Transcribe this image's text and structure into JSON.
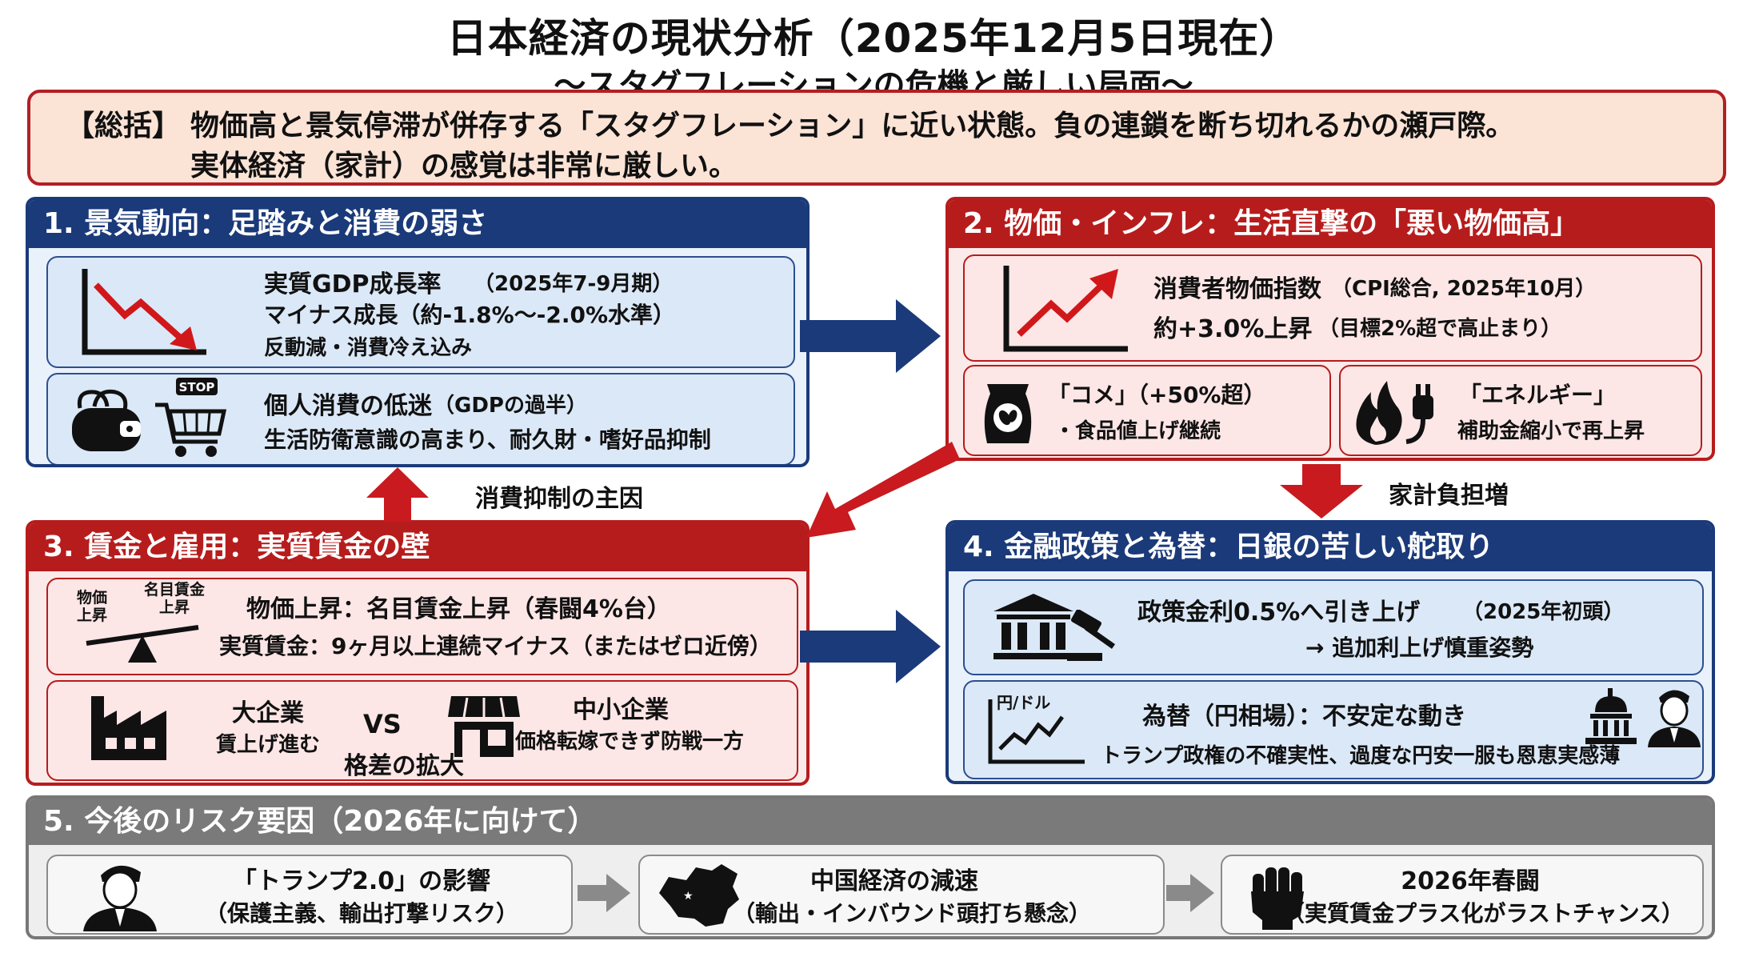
{
  "title": "日本経済の現状分析（2025年12月5日現在）",
  "subtitle": "～スタグフレーションの危機と厳しい局面～",
  "summary": {
    "label": "【総括】",
    "line1": "物価高と景気停滞が併存する「スタグフレーション」に近い状態。負の連鎖を断ち切れるかの瀬戸際。",
    "line2": "実体経済（家計）の感覚は非常に厳しい。"
  },
  "sections": {
    "s1": {
      "heading": "1. 景気動向：足踏みと消費の弱さ",
      "gdp_title": "実質GDP成長率",
      "gdp_period": "（2025年7-9月期）",
      "gdp_value": "マイナス成長（約-1.8%～-2.0%水準）",
      "gdp_note": "反動減・消費冷え込み",
      "stop_label": "STOP",
      "consumption_title": "個人消費の低迷",
      "consumption_sub": "（GDPの過半）",
      "consumption_note": "生活防衛意識の高まり、耐久財・嗜好品抑制"
    },
    "s2": {
      "heading": "2. 物価・インフレ：生活直撃の「悪い物価高」",
      "cpi_title": "消費者物価指数",
      "cpi_sub": "（CPI総合, 2025年10月）",
      "cpi_value": "約+3.0%上昇",
      "cpi_note": "（目標2%超で高止まり）",
      "rice_title": "「コメ」（+50%超）",
      "rice_note": "・食品値上げ継続",
      "energy_title": "「エネルギー」",
      "energy_note": "補助金縮小で再上昇"
    },
    "s3": {
      "heading": "3. 賃金と雇用：実質賃金の壁",
      "scale_left": "物価\n上昇",
      "scale_right": "名目賃金\n上昇",
      "wage_line1": "物価上昇：名目賃金上昇（春闘4%台）",
      "wage_line2": "実質賃金：9ヶ月以上連続マイナス（またはゼロ近傍）",
      "large_title": "大企業",
      "large_note": "賃上げ進む",
      "vs": "VS",
      "small_title": "中小企業",
      "small_note": "価格転嫁できず防戦一方",
      "gap": "格差の拡大"
    },
    "s4": {
      "heading": "4. 金融政策と為替：日銀の苦しい舵取り",
      "rate_title": "政策金利0.5%へ引き上げ",
      "rate_sub": "（2025年初頭）",
      "rate_note": "→ 追加利上げ慎重姿勢",
      "fx_icon_label": "円/ドル",
      "fx_title": "為替（円相場）：不安定な動き",
      "fx_note": "トランプ政権の不確実性、過度な円安一服も恩恵実感薄"
    },
    "s5": {
      "heading": "5. 今後のリスク要因（2026年に向けて）",
      "items": [
        {
          "title": "「トランプ2.0」の影響",
          "note": "（保護主義、輸出打撃リスク）"
        },
        {
          "title": "中国経済の減速",
          "note": "（輸出・インバウンド頭打ち懸念）"
        },
        {
          "title": "2026年春闘",
          "note": "（実質賃金プラス化がラストチャンス）"
        }
      ]
    }
  },
  "connectors": {
    "consumption_cause": "消費抑制の主因",
    "household_burden": "家計負担増"
  },
  "colors": {
    "navy": "#1b3a7a",
    "red": "#b71c1c",
    "gray": "#7a7a7a"
  }
}
